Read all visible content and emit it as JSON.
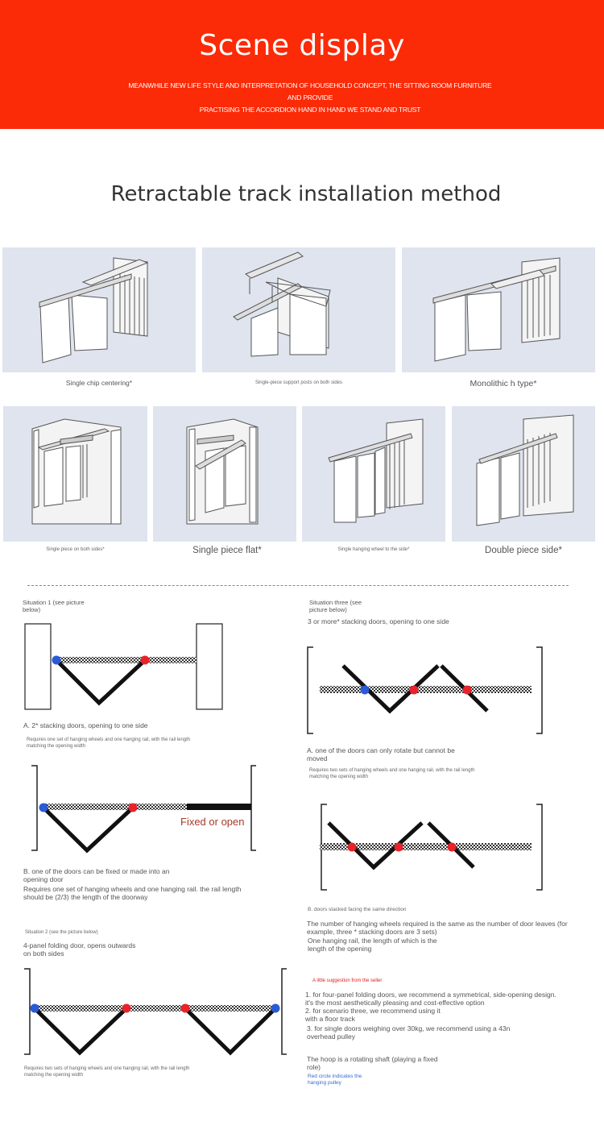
{
  "banner": {
    "title": "Scene display",
    "subtitle_line1": "MEANWHILE NEW LIFE STYLE AND INTERPRETATION OF HOUSEHOLD CONCEPT, THE SITTING ROOM FURNITURE AND PROVIDE",
    "subtitle_line2": "PRACTISING THE ACCORDION HAND IN HAND WE STAND  AND TRUST",
    "background_color": "#fb2a07"
  },
  "section_title": "Retractable track installation method",
  "installation_methods": [
    {
      "caption": "Single chip centering*"
    },
    {
      "caption": "Single-piece support posts on both sides"
    },
    {
      "caption": "Monolithic h type*"
    },
    {
      "caption": "Single piece on both sides*"
    },
    {
      "caption": "Single piece flat*"
    },
    {
      "caption": "Single hanging wheel to the side*"
    },
    {
      "caption": "Double piece side*"
    }
  ],
  "situations": {
    "s1_title": "Situation 1 (see picture",
    "s1_title2": "below)",
    "s1_a": "A. 2* stacking doors, opening to one side",
    "s1_a_note": "Requires one set of hanging wheels and one hanging rail, with the rail length",
    "s1_a_note2": "matching the opening width",
    "fixed_label": "Fixed or open",
    "s1_b": "B. one of the doors can be fixed or made into an",
    "s1_b2": "opening door",
    "s1_b_note": "Requires one set of hanging wheels and one hanging rail. the rail length",
    "s1_b_note2": "should be (2/3) the length of the doorway",
    "s2_title": "Situation 2 (see the picture below)",
    "s2_desc": "4-panel folding door, opens outwards",
    "s2_desc2": "on both sides",
    "s2_note": "Requires two sets of hanging wheels and one hanging rail, with the rail length",
    "s2_note2": "matching the opening width",
    "s3_title": "Situation three (see",
    "s3_title2": "picture below)",
    "s3_desc": "3 or more* stacking doors, opening to one side",
    "s3_a": "A. one of the doors can only rotate but cannot be",
    "s3_a2": "moved",
    "s3_a_note": "Requires two sets of hanging wheels and one hanging rail, with the rail length",
    "s3_a_note2": "matching the opening width",
    "s3_b": "B. doors stacked facing the same direction",
    "s3_b_note": "The number of hanging wheels required is the same as the number of door leaves (for",
    "s3_b_note2": "example, three * stacking doors are 3 sets)",
    "s3_b_rail": "One hanging rail, the length of which is the",
    "s3_b_rail2": "length of the opening"
  },
  "suggestions": {
    "heading": "A little suggestion from the seller",
    "item1": "1. for four-panel folding doors, we recommend a symmetrical, side-opening design.",
    "item1b": "it's the most aesthetically pleasing and cost-effective option",
    "item2": "2. for scenario three, we recommend using it",
    "item2b": "with a floor track",
    "item3": "3. for single doors weighing over 30kg, we recommend using a 43n",
    "item3b": "overhead pulley",
    "hoop": "The hoop is a rotating shaft (playing a fixed",
    "hoop2": "role)",
    "red_circle": "Red circle indicates the",
    "red_circle2": "hanging pulley"
  },
  "colors": {
    "accent_red": "#fb2a07",
    "pulley_red": "#e8232b",
    "shaft_blue": "#2a5ad6",
    "tile_bg": "#dfe4ef"
  }
}
